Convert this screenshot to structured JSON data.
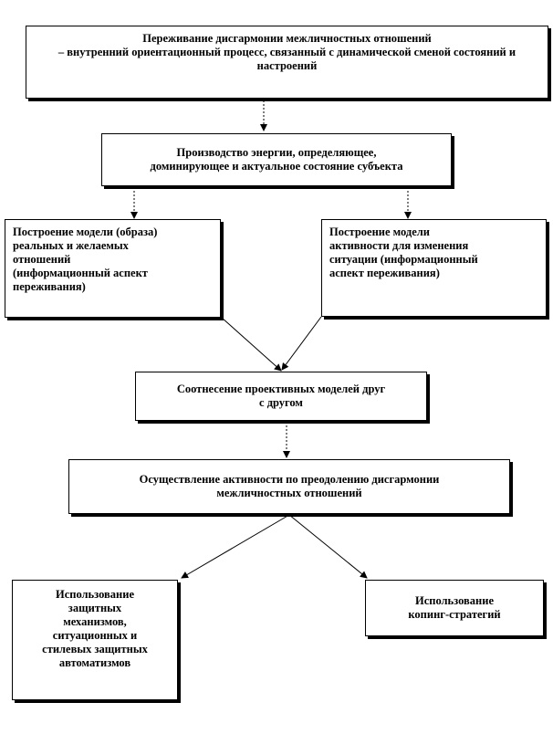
{
  "nodes": {
    "top": "Переживание дисгармонии межличностных отношений\n– внутренний ориентационный процесс, связанный с динамической сменой состояний и настроений",
    "energy": "Производство энергии, определяющее,\nдоминирующее и актуальное состояние субъекта",
    "model_left": "Построение модели (образа)\nреальных и желаемых\nотношений\n(информационный аспект\nпереживания)",
    "model_right": "Построение модели\nактивности для изменения\nситуации (информационный\nаспект переживания)",
    "correlation": "Соотнесение проективных моделей друг\nс другом",
    "activity": "Осуществление активности по преодолению дисгармонии\nмежличностных отношений",
    "defense": "Использование\nзащитных\nмеханизмов,\nситуационных и\nстилевых защитных\nавтоматизмов",
    "coping": "Использование\nкопинг-стратегий"
  },
  "colors": {
    "border": "#000000",
    "background": "#ffffff",
    "text": "#000000"
  }
}
